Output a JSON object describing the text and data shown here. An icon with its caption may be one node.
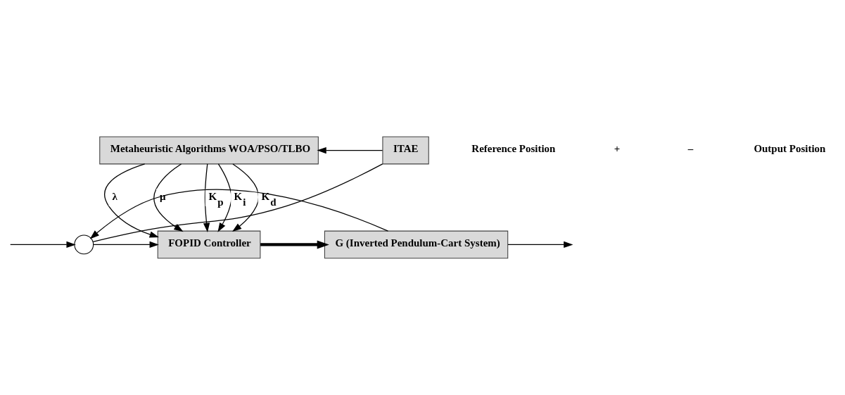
{
  "diagram": {
    "nodes": [
      {
        "text": [
          "Metaheuristic Algorithms WOA/PSO/TLBO"
        ]
      },
      {
        "text": [
          "ITAE"
        ]
      },
      {
        "text": [],
        "shape": "circle"
      },
      {
        "text": [
          "FOPID Controller"
        ]
      },
      {
        "text": [
          "G (Inverted Pendulum-Cart System)"
        ]
      }
    ],
    "edges": [
      {
        "from": null,
        "to": 2,
        "arrow": "to"
      },
      {
        "from": 2,
        "to": 3,
        "arrow": "to"
      },
      {
        "from": 2,
        "to": 1,
        "arrow": "none"
      },
      {
        "from": 1,
        "to": 0,
        "arrow": "to"
      },
      {
        "from": 0,
        "to": 3,
        "arrow": "to",
        "label": "λ"
      },
      {
        "from": 0,
        "to": 3,
        "arrow": "to",
        "label": "μ"
      },
      {
        "from": 0,
        "to": 3,
        "arrow": "to",
        "label": "K$_{p}$"
      },
      {
        "from": 0,
        "to": 3,
        "arrow": "to",
        "label": "K$_{i}$"
      },
      {
        "from": 0,
        "to": 3,
        "arrow": "to",
        "label": "K$_{d}$"
      },
      {
        "from": 3,
        "to": 4,
        "arrow": "to",
        "style": "thick"
      },
      {
        "from": 4,
        "to": null,
        "arrow": "to"
      },
      {
        "from": 4,
        "to": 2,
        "arrow": "to"
      }
    ],
    "labels": [
      "Reference Position",
      "+",
      "–",
      "Output Position"
    ]
  }
}
